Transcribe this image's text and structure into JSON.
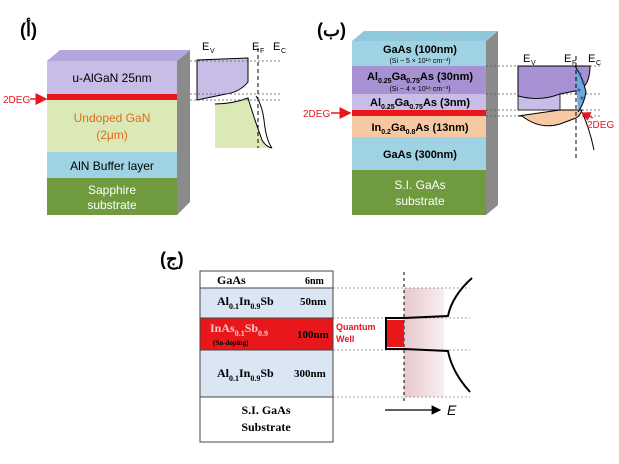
{
  "panel_a": {
    "label": "(أ)",
    "layers": [
      {
        "text": "u-AlGaN 25nm",
        "color": "#c7bde6"
      },
      {
        "text": "Undoped GaN",
        "sub": "(2μm)",
        "color": "#dbe9b7",
        "text_color": "#e06b1c"
      },
      {
        "text": "AlN Buffer layer",
        "color": "#9fd3e3"
      },
      {
        "text": "Sapphire",
        "sub": "substrate",
        "color": "#6f9a3e",
        "text_color": "#ffffff"
      }
    ],
    "band_labels": {
      "ev": "E",
      "ev_sub": "V",
      "ef": "E",
      "ef_sub": "F",
      "ec": "E",
      "ec_sub": "C"
    },
    "deg_label": "2DEG",
    "deg_color": "#e8171c"
  },
  "panel_b": {
    "label": "(ب)",
    "layers": [
      {
        "text": "GaAs       (100nm)",
        "color": "#9fd3e3"
      },
      {
        "text": "(Si ~ 5 × 10¹⁸ cm⁻³)"
      },
      {
        "text": "Al",
        "sub1": "0.25",
        "mid": "Ga",
        "sub2": "0.75",
        "tail": "As (30nm)",
        "color": "#a891d2"
      },
      {
        "text": "(Si ~ 4 × 10¹⁸ cm⁻³)"
      },
      {
        "text": "Al",
        "sub1": "0.25",
        "mid": "Ga",
        "sub2": "0.75",
        "tail": "As (3nm)",
        "color": "#c7bde6"
      },
      {
        "text": "In",
        "sub1": "0.2",
        "mid": "Ga",
        "sub2": "0.8",
        "tail": "As (13nm)",
        "color": "#f7c9a2"
      },
      {
        "text": "GaAs       (300nm)",
        "color": "#9fd3e3"
      },
      {
        "text": "S.I. GaAs",
        "sub": "substrate",
        "color": "#6f9a3e",
        "text_color": "#ffffff"
      }
    ],
    "band_labels": {
      "ev": "E",
      "ev_sub": "V",
      "ef": "E",
      "ef_sub": "F",
      "ec": "E",
      "ec_sub": "C"
    },
    "deg_left": "2DEG",
    "deg_right": "2DEG"
  },
  "panel_c": {
    "label": "(ج)",
    "rows": [
      {
        "name": "GaAs",
        "thickness": "6nm"
      },
      {
        "name_main": "Al",
        "name_sub1": "0.1",
        "name_mid": "In",
        "name_sub2": "0.9",
        "name_tail": "Sb",
        "thickness": "50nm"
      },
      {
        "name_main": "InAs",
        "name_sub1": "0.1",
        "name_mid": "Sb",
        "name_sub2": "0.9",
        "note": "(Sn-doping)",
        "thickness": "100nm"
      },
      {
        "name_main": "Al",
        "name_sub1": "0.1",
        "name_mid": "In",
        "name_sub2": "0.9",
        "name_tail": "Sb",
        "thickness": "300nm"
      },
      {
        "name": "S.I. GaAs",
        "name2": "Substrate"
      }
    ],
    "quantum_well": "Quantum",
    "quantum_well2": "Well",
    "axis_label": "E"
  }
}
